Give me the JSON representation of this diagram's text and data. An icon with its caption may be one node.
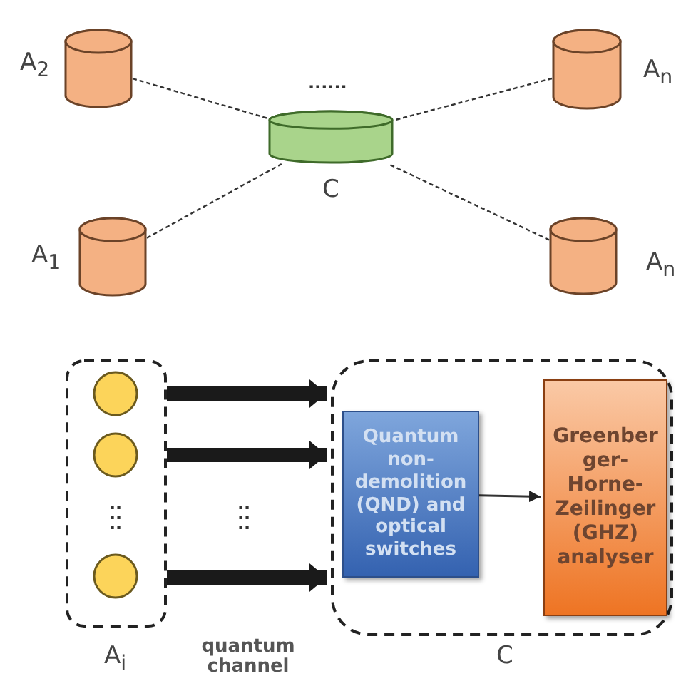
{
  "diagram": {
    "nodes": [
      {
        "text": [
          "A$_{2}$"
        ]
      },
      {
        "text": [
          "A$_{n}$"
        ]
      },
      {
        "text": [
          "C"
        ]
      },
      {
        "text": [
          "A$_{1}$"
        ]
      },
      {
        "text": [
          "A$_{n}$"
        ]
      },
      {
        "text": [
          "A$_{i}$"
        ]
      },
      {
        "text": [],
        "shape": "circle",
        "in": 5
      },
      {
        "text": [],
        "shape": "circle",
        "in": 5
      },
      {
        "text": [],
        "shape": "circle",
        "in": 5
      },
      {
        "text": [
          "C"
        ]
      },
      {
        "text": [
          "Quantum non-demolition (QND) and optical switches"
        ],
        "in": 9
      },
      {
        "text": [
          "Greenberger-Horne-Zeilinger (GHZ) analyser"
        ],
        "in": 9
      }
    ],
    "edges": [
      {
        "from": 0,
        "to": 2,
        "arrow": "none",
        "style": "dashed"
      },
      {
        "from": 1,
        "to": 2,
        "arrow": "none",
        "style": "dashed"
      },
      {
        "from": 3,
        "to": 2,
        "arrow": "none",
        "style": "dashed"
      },
      {
        "from": 4,
        "to": 2,
        "arrow": "none",
        "style": "dashed"
      },
      {
        "from": 5,
        "to": 9,
        "arrow": "to",
        "style": "thick"
      },
      {
        "from": 5,
        "to": 9,
        "arrow": "to",
        "style": "thick"
      },
      {
        "from": 5,
        "to": 9,
        "arrow": "to",
        "style": "thick"
      },
      {
        "from": 10,
        "to": 11,
        "arrow": "to"
      }
    ],
    "labels": [
      "......",
      "......",
      "......",
      "quantum channel"
    ]
  }
}
